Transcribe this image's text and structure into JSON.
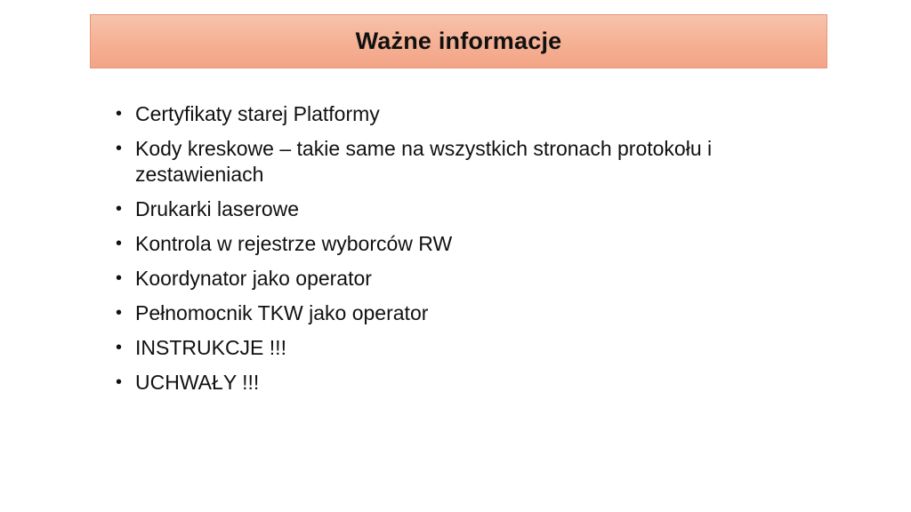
{
  "slide": {
    "title": "Ważne informacje",
    "bullets": [
      "Certyfikaty starej Platformy",
      "Kody kreskowe – takie same na wszystkich stronach protokołu i zestawieniach",
      "Drukarki laserowe",
      "Kontrola w rejestrze wyborców RW",
      "Koordynator jako operator",
      "Pełnomocnik TKW jako operator",
      "INSTRUKCJE !!!",
      "UCHWAŁY !!!"
    ]
  }
}
